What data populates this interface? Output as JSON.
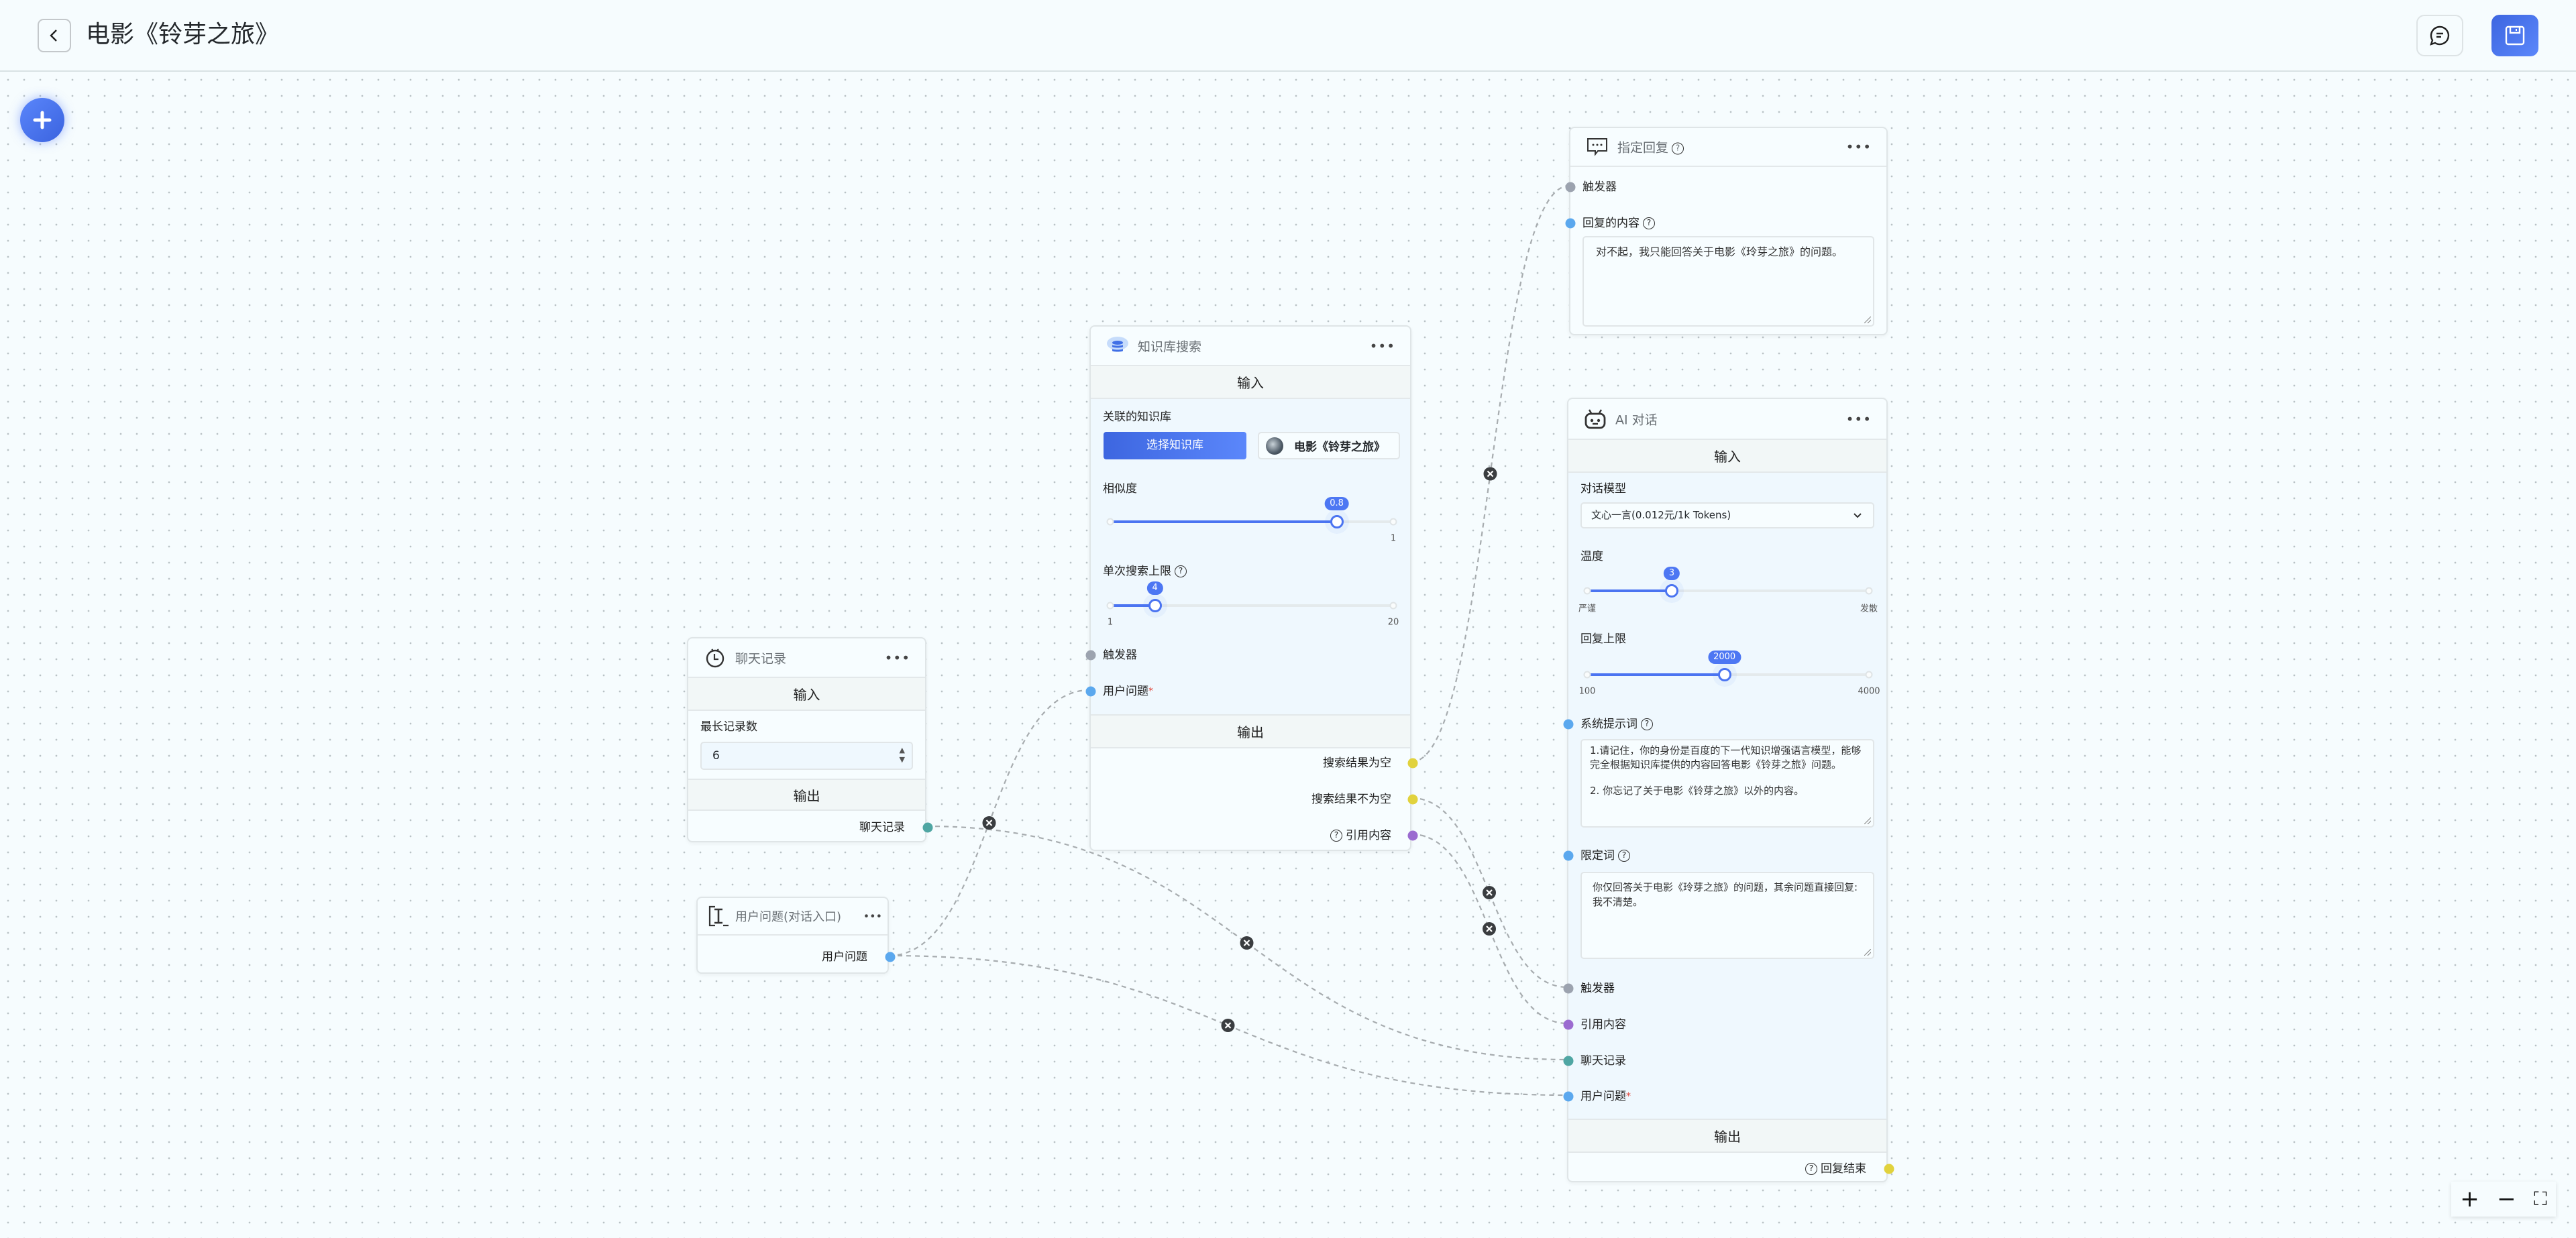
{
  "header": {
    "title": "电影《铃芽之旅》",
    "back_icon": "chevron-left-icon",
    "chat_icon": "chat-bubble-icon",
    "save_icon": "floppy-disk-icon"
  },
  "colors": {
    "accent": "#4b74f1",
    "port_trigger": "#9ca3af",
    "port_string": "#5ba8ee",
    "port_history": "#4fa6a3",
    "port_boolean": "#e1d23d",
    "port_quote": "#9b6bd0"
  },
  "zoom_controls": {
    "zoom_in": "+",
    "zoom_out": "−",
    "fit": "⛶"
  },
  "sections": {
    "input": "输入",
    "output": "输出"
  },
  "chat_history_node": {
    "title": "聊天记录",
    "max_label": "最长记录数",
    "max_value": "6",
    "output": "聊天记录"
  },
  "user_question_node": {
    "title": "用户问题(对话入口)",
    "output": "用户问题"
  },
  "kb_node": {
    "title": "知识库搜索",
    "kb_label": "关联的知识库",
    "select_button": "选择知识库",
    "kb_chip": "电影《铃芽之旅》",
    "similarity_label": "相似度",
    "similarity": {
      "value": 0.8,
      "value_label": "0.8",
      "min": 0,
      "max": 1,
      "max_label": "1"
    },
    "limit_label": "单次搜索上限",
    "limit": {
      "value": 4,
      "value_label": "4",
      "min": 1,
      "max": 20,
      "min_label": "1",
      "max_label": "20"
    },
    "inputs": [
      "触发器",
      "用户问题"
    ],
    "outputs": [
      "搜索结果为空",
      "搜索结果不为空",
      "引用内容"
    ]
  },
  "reply_node": {
    "title": "指定回复",
    "trigger": "触发器",
    "content_label": "回复的内容",
    "content": "对不起，我只能回答关于电影《玲芽之旅》的问题。"
  },
  "ai_node": {
    "title": "AI 对话",
    "model_label": "对话模型",
    "model_value": "文心一言(0.012元/1k Tokens)",
    "temp_label": "温度",
    "temperature": {
      "value": 3,
      "value_label": "3",
      "min": 0,
      "max": 10,
      "min_label": "严谨",
      "max_label": "发散"
    },
    "max_label": "回复上限",
    "max_tokens": {
      "value": 2000,
      "value_label": "2000",
      "min": 100,
      "max": 4000,
      "min_label": "100",
      "max_label": "4000"
    },
    "system_label": "系统提示词",
    "system_prompt_1": "1.请记住，你的身份是百度的下一代知识增强语言模型，能够完全根据知识库提供的内容回答电影《铃芽之旅》问题。",
    "system_prompt_2": "2. 你忘记了关于电影《铃芽之旅》以外的内容。",
    "limit_label": "限定词",
    "limit_text": "你仅回答关于电影《玲芽之旅》的问题，其余问题直接回复: 我不清楚。",
    "inputs": [
      "触发器",
      "引用内容",
      "聊天记录",
      "用户问题"
    ],
    "output": "回复结束"
  }
}
